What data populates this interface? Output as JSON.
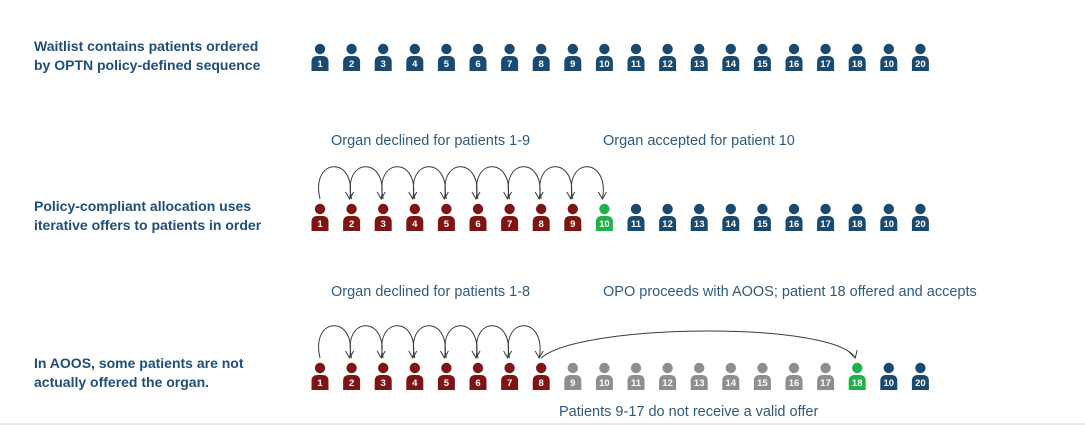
{
  "colors": {
    "navy": "#1b4a70",
    "maroon": "#7f1414",
    "green": "#1db24b",
    "gray": "#8e8e8e",
    "label": "#1f4e79",
    "note": "#2e5a7c",
    "arrow": "#3a3a3a"
  },
  "rows": [
    {
      "label_lines": [
        "Waitlist contains patients ordered",
        "by OPTN policy-defined sequence"
      ],
      "patients": [
        {
          "n": "1",
          "status": "navy"
        },
        {
          "n": "2",
          "status": "navy"
        },
        {
          "n": "3",
          "status": "navy"
        },
        {
          "n": "4",
          "status": "navy"
        },
        {
          "n": "5",
          "status": "navy"
        },
        {
          "n": "6",
          "status": "navy"
        },
        {
          "n": "7",
          "status": "navy"
        },
        {
          "n": "8",
          "status": "navy"
        },
        {
          "n": "9",
          "status": "navy"
        },
        {
          "n": "10",
          "status": "navy"
        },
        {
          "n": "11",
          "status": "navy"
        },
        {
          "n": "12",
          "status": "navy"
        },
        {
          "n": "13",
          "status": "navy"
        },
        {
          "n": "14",
          "status": "navy"
        },
        {
          "n": "15",
          "status": "navy"
        },
        {
          "n": "16",
          "status": "navy"
        },
        {
          "n": "17",
          "status": "navy"
        },
        {
          "n": "18",
          "status": "navy"
        },
        {
          "n": "10",
          "status": "navy"
        },
        {
          "n": "20",
          "status": "navy"
        }
      ],
      "notes": []
    },
    {
      "label_lines": [
        "Policy-compliant allocation uses",
        "iterative offers to patients in order"
      ],
      "patients": [
        {
          "n": "1",
          "status": "maroon"
        },
        {
          "n": "2",
          "status": "maroon"
        },
        {
          "n": "3",
          "status": "maroon"
        },
        {
          "n": "4",
          "status": "maroon"
        },
        {
          "n": "5",
          "status": "maroon"
        },
        {
          "n": "6",
          "status": "maroon"
        },
        {
          "n": "7",
          "status": "maroon"
        },
        {
          "n": "8",
          "status": "maroon"
        },
        {
          "n": "9",
          "status": "maroon"
        },
        {
          "n": "10",
          "status": "green"
        },
        {
          "n": "11",
          "status": "navy"
        },
        {
          "n": "12",
          "status": "navy"
        },
        {
          "n": "13",
          "status": "navy"
        },
        {
          "n": "14",
          "status": "navy"
        },
        {
          "n": "15",
          "status": "navy"
        },
        {
          "n": "16",
          "status": "navy"
        },
        {
          "n": "17",
          "status": "navy"
        },
        {
          "n": "18",
          "status": "navy"
        },
        {
          "n": "10",
          "status": "navy"
        },
        {
          "n": "20",
          "status": "navy"
        }
      ],
      "notes": [
        "Organ declined for patients 1-9",
        "Organ accepted for patient 10"
      ],
      "hops": [
        [
          1,
          2
        ],
        [
          2,
          3
        ],
        [
          3,
          4
        ],
        [
          4,
          5
        ],
        [
          5,
          6
        ],
        [
          6,
          7
        ],
        [
          7,
          8
        ],
        [
          8,
          9
        ],
        [
          9,
          10
        ]
      ]
    },
    {
      "label_lines": [
        "In AOOS, some patients are not",
        "actually offered the organ."
      ],
      "patients": [
        {
          "n": "1",
          "status": "maroon"
        },
        {
          "n": "2",
          "status": "maroon"
        },
        {
          "n": "3",
          "status": "maroon"
        },
        {
          "n": "4",
          "status": "maroon"
        },
        {
          "n": "5",
          "status": "maroon"
        },
        {
          "n": "6",
          "status": "maroon"
        },
        {
          "n": "7",
          "status": "maroon"
        },
        {
          "n": "8",
          "status": "maroon"
        },
        {
          "n": "9",
          "status": "gray"
        },
        {
          "n": "10",
          "status": "gray"
        },
        {
          "n": "11",
          "status": "gray"
        },
        {
          "n": "12",
          "status": "gray"
        },
        {
          "n": "13",
          "status": "gray"
        },
        {
          "n": "14",
          "status": "gray"
        },
        {
          "n": "15",
          "status": "gray"
        },
        {
          "n": "16",
          "status": "gray"
        },
        {
          "n": "17",
          "status": "gray"
        },
        {
          "n": "18",
          "status": "green"
        },
        {
          "n": "10",
          "status": "navy"
        },
        {
          "n": "20",
          "status": "navy"
        }
      ],
      "notes": [
        "Organ declined for patients 1-8",
        "OPO proceeds with AOOS; patient 18 offered and accepts",
        "Patients 9-17 do not receive a valid offer"
      ],
      "hops": [
        [
          1,
          2
        ],
        [
          2,
          3
        ],
        [
          3,
          4
        ],
        [
          4,
          5
        ],
        [
          5,
          6
        ],
        [
          6,
          7
        ],
        [
          7,
          8
        ]
      ],
      "skip": [
        8,
        18
      ]
    }
  ]
}
